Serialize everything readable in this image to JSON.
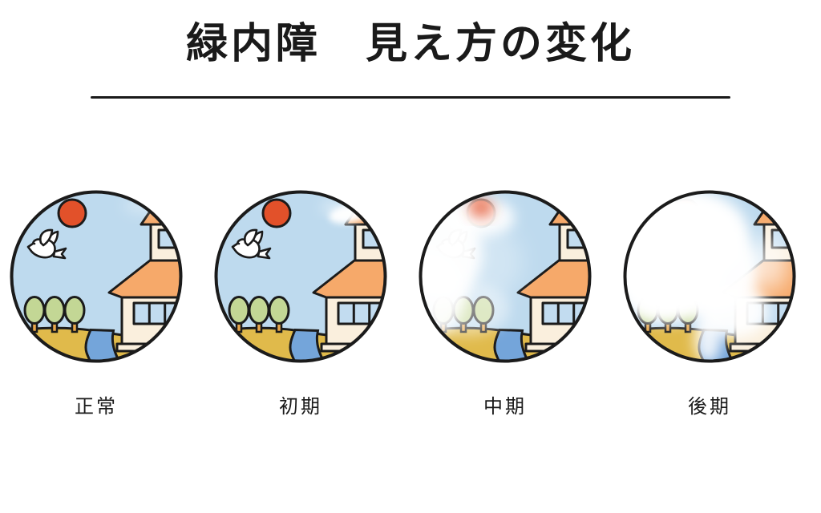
{
  "title": "緑内障　見え方の変化",
  "stages": [
    {
      "id": "normal",
      "label": "正常"
    },
    {
      "id": "early",
      "label": "初期"
    },
    {
      "id": "middle",
      "label": "中期"
    },
    {
      "id": "late",
      "label": "後期"
    }
  ],
  "colors": {
    "background": "#ffffff",
    "text": "#1a1a1a",
    "outline": "#1b1b1b",
    "sky": "#bedaee",
    "sun": "#e2512a",
    "roof": "#f6a96a",
    "wall": "#faefdd",
    "window": "#c2dcf0",
    "tree_leaf": "#c3d795",
    "tree_trunk": "#e9a84c",
    "ground": "#e0ba4b",
    "river": "#74a5da",
    "bird": "#ffffff",
    "fog": "#ffffff"
  }
}
